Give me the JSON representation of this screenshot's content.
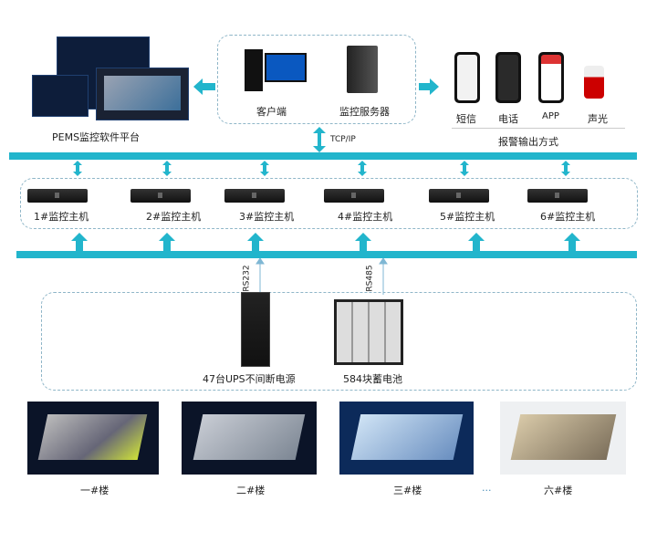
{
  "platform": {
    "label": "PEMS监控软件平台"
  },
  "center": {
    "client_label": "客户端",
    "server_label": "监控服务器",
    "protocol": "TCP/IP"
  },
  "alarm": {
    "title": "报警输出方式",
    "items": [
      {
        "label": "短信"
      },
      {
        "label": "电话"
      },
      {
        "label": "APP"
      },
      {
        "label": "声光"
      }
    ]
  },
  "hosts": [
    {
      "label": "1#监控主机"
    },
    {
      "label": "2#监控主机"
    },
    {
      "label": "3#监控主机"
    },
    {
      "label": "4#监控主机"
    },
    {
      "label": "5#监控主机"
    },
    {
      "label": "6#监控主机"
    }
  ],
  "links": {
    "rs232": "RS232",
    "rs485": "RS485"
  },
  "devices": {
    "ups_label": "47台UPS不间断电源",
    "battery_label": "584块蓄电池"
  },
  "buildings": [
    {
      "label": "一#楼"
    },
    {
      "label": "二#楼"
    },
    {
      "label": "三#楼"
    },
    {
      "label": "六#楼"
    }
  ],
  "ellipsis": "...",
  "colors": {
    "accent": "#22b5cc"
  }
}
